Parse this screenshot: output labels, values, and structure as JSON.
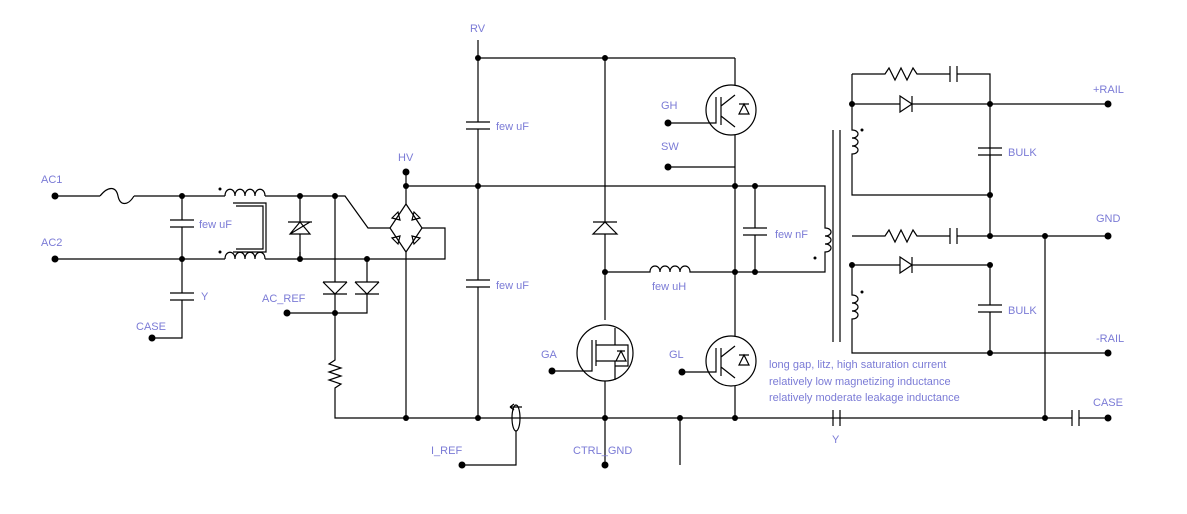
{
  "labels": {
    "ac1": "AC1",
    "ac2": "AC2",
    "case_left": "CASE",
    "y_left": "Y",
    "few_uf_filter": "few uF",
    "hv": "HV",
    "ac_ref": "AC_REF",
    "rv": "RV",
    "few_uf_top": "few uF",
    "few_uf_bottom": "few uF",
    "gh": "GH",
    "sw": "SW",
    "ga": "GA",
    "gl": "GL",
    "few_uh": "few uH",
    "few_nf": "few nF",
    "i_ref": "I_REF",
    "ctrl_gnd": "CTRL_GND",
    "y_bottom": "Y",
    "plus_rail": "+RAIL",
    "gnd": "GND",
    "minus_rail": "-RAIL",
    "case_right": "CASE",
    "bulk_top": "BULK",
    "bulk_bottom": "BULK",
    "note_line1": "long gap, litz, high saturation current",
    "note_line2": "relatively low magnetizing inductance",
    "note_line3": "relatively moderate leakage inductance"
  },
  "colors": {
    "label": "#7b7bd6",
    "wire": "#000000",
    "background": "#ffffff"
  }
}
